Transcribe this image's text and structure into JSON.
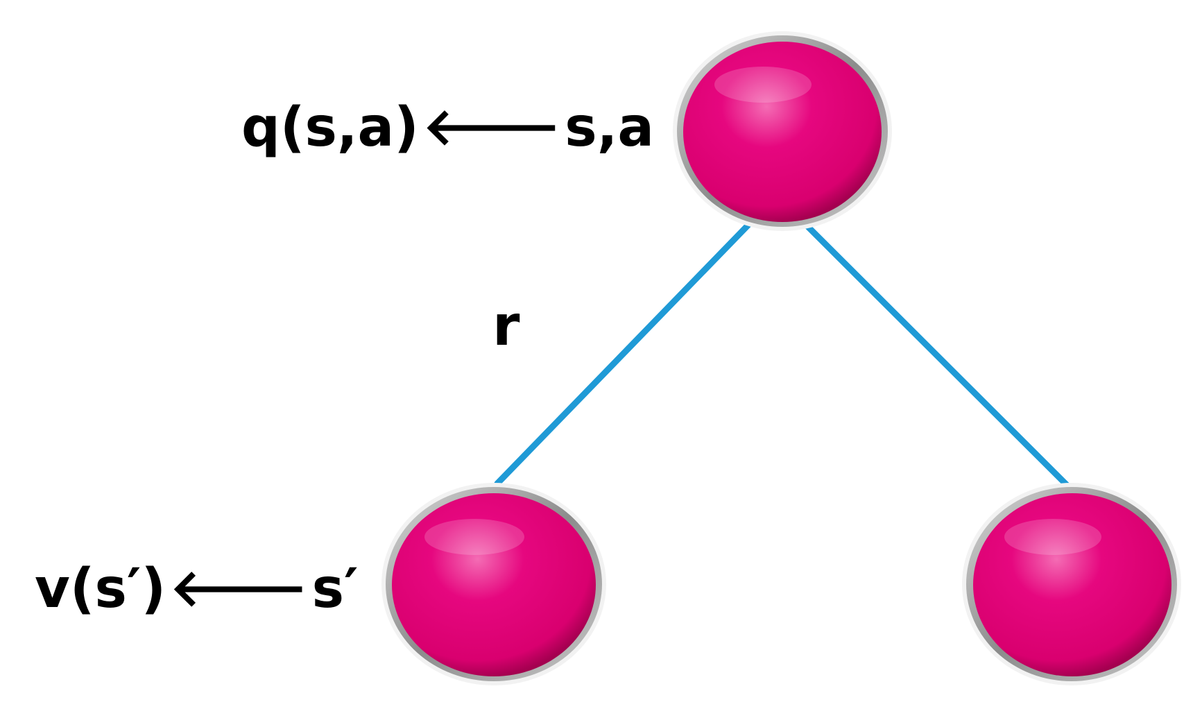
{
  "root_label": {
    "value_fn": "q(s,a)",
    "arrow": "🡐",
    "target": "s,a"
  },
  "edge_label": "r",
  "leaf_label": {
    "value_fn": "v(s′)",
    "arrow": "🡐",
    "target": "s′"
  },
  "colors": {
    "node_fill": "#e6077f",
    "node_highlight": "#f46cb4",
    "node_shadow": "#a3004f",
    "node_rim": "#9a9a9a",
    "edge": "#1f9ad6",
    "text": "#000000"
  }
}
